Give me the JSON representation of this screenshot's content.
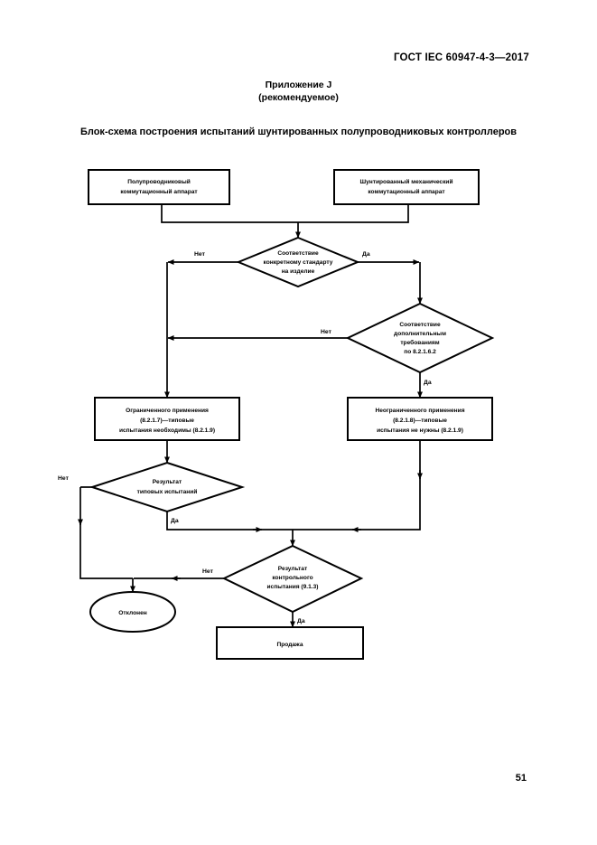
{
  "document": {
    "header": "ГОСТ IEC 60947-4-3—2017",
    "page_number": "51",
    "annex_title": "Приложение J",
    "annex_subtitle": "(рекомендуемое)",
    "figure_title": "Блок-схема построения испытаний шунтированных полупроводниковых контроллеров"
  },
  "flowchart": {
    "type": "flowchart",
    "nodes": {
      "start_left": {
        "shape": "rectangle",
        "lines": [
          "Полупроводниковый",
          "коммутационный аппарат"
        ]
      },
      "start_right": {
        "shape": "rectangle",
        "lines": [
          "Шунтированный механический",
          "коммутационный аппарат"
        ]
      },
      "decision_standard": {
        "shape": "diamond",
        "lines": [
          "Соответствие",
          "конкретному стандарту",
          "на изделие"
        ]
      },
      "decision_additional": {
        "shape": "diamond",
        "lines": [
          "Соответствие",
          "дополнительным",
          "требованиям",
          "по 8.2.1.6.2"
        ]
      },
      "box_limited": {
        "shape": "rectangle",
        "lines": [
          "Ограниченного применения",
          "(8.2.1.7)—типовые",
          "испытания необходимы (8.2.1.9)"
        ]
      },
      "box_unlimited": {
        "shape": "rectangle",
        "lines": [
          "Неограниченного применения",
          "(8.2.1.8)—типовые",
          "испытания не нужны (8.2.1.9)"
        ]
      },
      "decision_type_result": {
        "shape": "diamond",
        "lines": [
          "Результат",
          "типовых испытаний"
        ]
      },
      "decision_control_result": {
        "shape": "diamond",
        "lines": [
          "Результат",
          "контрольного",
          "испытания (9.1.3)"
        ]
      },
      "terminal_rejected": {
        "shape": "ellipse",
        "lines": [
          "Отклонен"
        ]
      },
      "box_sale": {
        "shape": "rectangle",
        "lines": [
          "Продажа"
        ]
      }
    },
    "edge_labels": {
      "standard_no": "Нет",
      "standard_yes": "Да",
      "additional_no": "Нет",
      "additional_yes": "Да",
      "type_result_no": "Нет",
      "type_result_yes": "Да",
      "control_result_no": "Нет",
      "control_result_yes": "Да"
    },
    "colors": {
      "stroke": "#000000",
      "fill": "#ffffff",
      "text": "#000000"
    }
  }
}
